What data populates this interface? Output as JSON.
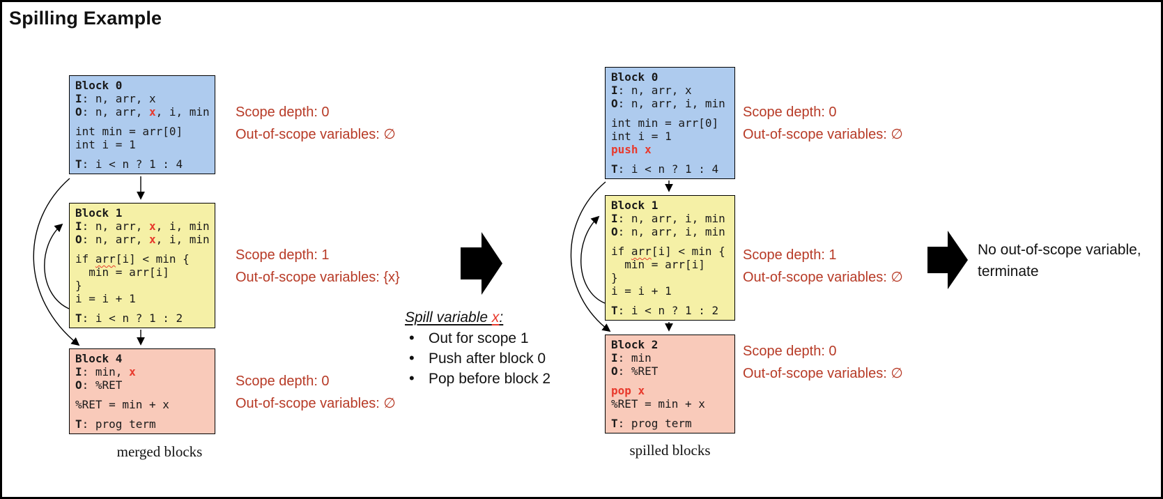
{
  "title": "Spilling Example",
  "colors": {
    "block_blue": "#aecbee",
    "block_yellow": "#f5f0a6",
    "block_pink": "#f9caba",
    "annotation_red": "#b73a26",
    "code_red": "#e8392c"
  },
  "merged": {
    "caption": "merged blocks",
    "blocks": {
      "b0": {
        "lines": [
          [
            {
              "t": "Block 0",
              "s": "b"
            }
          ],
          [
            {
              "t": "I",
              "s": "b"
            },
            {
              "t": ": n, arr, x"
            }
          ],
          [
            {
              "t": "O",
              "s": "b"
            },
            {
              "t": ": n, arr, "
            },
            {
              "t": "x",
              "s": "r"
            },
            {
              "t": ", i, min"
            }
          ],
          [],
          [
            {
              "t": "int min = arr[0]"
            }
          ],
          [
            {
              "t": "int i = 1"
            }
          ],
          [],
          [
            {
              "t": "T",
              "s": "b"
            },
            {
              "t": ": i < n ? 1 : 4"
            }
          ]
        ]
      },
      "b1": {
        "lines": [
          [
            {
              "t": "Block 1",
              "s": "b"
            }
          ],
          [
            {
              "t": "I",
              "s": "b"
            },
            {
              "t": ": n, arr, "
            },
            {
              "t": "x",
              "s": "r"
            },
            {
              "t": ", i, min"
            }
          ],
          [
            {
              "t": "O",
              "s": "b"
            },
            {
              "t": ": n, arr, "
            },
            {
              "t": "x",
              "s": "r"
            },
            {
              "t": ", i, min"
            }
          ],
          [],
          [
            {
              "t": "if "
            },
            {
              "t": "arr",
              "s": "w"
            },
            {
              "t": "[i] < min {"
            }
          ],
          [
            {
              "t": "  min = arr[i]"
            }
          ],
          [
            {
              "t": "}"
            }
          ],
          [
            {
              "t": "i = i + 1"
            }
          ],
          [],
          [
            {
              "t": "T",
              "s": "b"
            },
            {
              "t": ": i < n ? 1 : 2"
            }
          ]
        ]
      },
      "b4": {
        "lines": [
          [
            {
              "t": "Block 4",
              "s": "b"
            }
          ],
          [
            {
              "t": "I",
              "s": "b"
            },
            {
              "t": ": min, "
            },
            {
              "t": "x",
              "s": "r"
            }
          ],
          [
            {
              "t": "O",
              "s": "b"
            },
            {
              "t": ": %RET"
            }
          ],
          [],
          [
            {
              "t": "%RET = min + x"
            }
          ],
          [],
          [
            {
              "t": "T",
              "s": "b"
            },
            {
              "t": ": prog term"
            }
          ]
        ]
      }
    },
    "annotations": {
      "b0": [
        "Scope depth: 0",
        "Out-of-scope variables: ∅"
      ],
      "b1": [
        "Scope depth: 1",
        "Out-of-scope variables: {x}"
      ],
      "b4": [
        "Scope depth: 0",
        "Out-of-scope variables: ∅"
      ]
    }
  },
  "spill_note": {
    "heading_prefix": "Spill variable ",
    "heading_variable": "x",
    "heading_suffix": ":",
    "bullets": [
      "Out for scope 1",
      "Push after block 0",
      "Pop before block 2"
    ]
  },
  "spilled": {
    "caption": "spilled blocks",
    "blocks": {
      "b0": {
        "lines": [
          [
            {
              "t": "Block 0",
              "s": "b"
            }
          ],
          [
            {
              "t": "I",
              "s": "b"
            },
            {
              "t": ": n, arr, x"
            }
          ],
          [
            {
              "t": "O",
              "s": "b"
            },
            {
              "t": ": n, arr, i, min"
            }
          ],
          [],
          [
            {
              "t": "int min = arr[0]"
            }
          ],
          [
            {
              "t": "int i = 1"
            }
          ],
          [
            {
              "t": "push x",
              "s": "r"
            }
          ],
          [],
          [
            {
              "t": "T",
              "s": "b"
            },
            {
              "t": ": i < n ? 1 : 4"
            }
          ]
        ]
      },
      "b1": {
        "lines": [
          [
            {
              "t": "Block 1",
              "s": "b"
            }
          ],
          [
            {
              "t": "I",
              "s": "b"
            },
            {
              "t": ": n, arr, i, min"
            }
          ],
          [
            {
              "t": "O",
              "s": "b"
            },
            {
              "t": ": n, arr, i, min"
            }
          ],
          [],
          [
            {
              "t": "if "
            },
            {
              "t": "arr",
              "s": "w"
            },
            {
              "t": "[i] < min {"
            }
          ],
          [
            {
              "t": "  min = arr[i]"
            }
          ],
          [
            {
              "t": "}"
            }
          ],
          [
            {
              "t": "i = i + 1"
            }
          ],
          [],
          [
            {
              "t": "T",
              "s": "b"
            },
            {
              "t": ": i < n ? 1 : 2"
            }
          ]
        ]
      },
      "b2": {
        "lines": [
          [
            {
              "t": "Block 2",
              "s": "b"
            }
          ],
          [
            {
              "t": "I",
              "s": "b"
            },
            {
              "t": ": min"
            }
          ],
          [
            {
              "t": "O",
              "s": "b"
            },
            {
              "t": ": %RET"
            }
          ],
          [],
          [
            {
              "t": "pop x",
              "s": "r"
            }
          ],
          [
            {
              "t": "%RET = min + x"
            }
          ],
          [],
          [
            {
              "t": "T",
              "s": "b"
            },
            {
              "t": ": prog term"
            }
          ]
        ]
      }
    },
    "annotations": {
      "b0": [
        "Scope depth: 0",
        "Out-of-scope variables: ∅"
      ],
      "b1": [
        "Scope depth: 1",
        "Out-of-scope variables: ∅"
      ],
      "b2": [
        "Scope depth: 0",
        "Out-of-scope variables: ∅"
      ]
    }
  },
  "terminate_note": {
    "line1": "No out-of-scope variable,",
    "line2": "terminate"
  }
}
